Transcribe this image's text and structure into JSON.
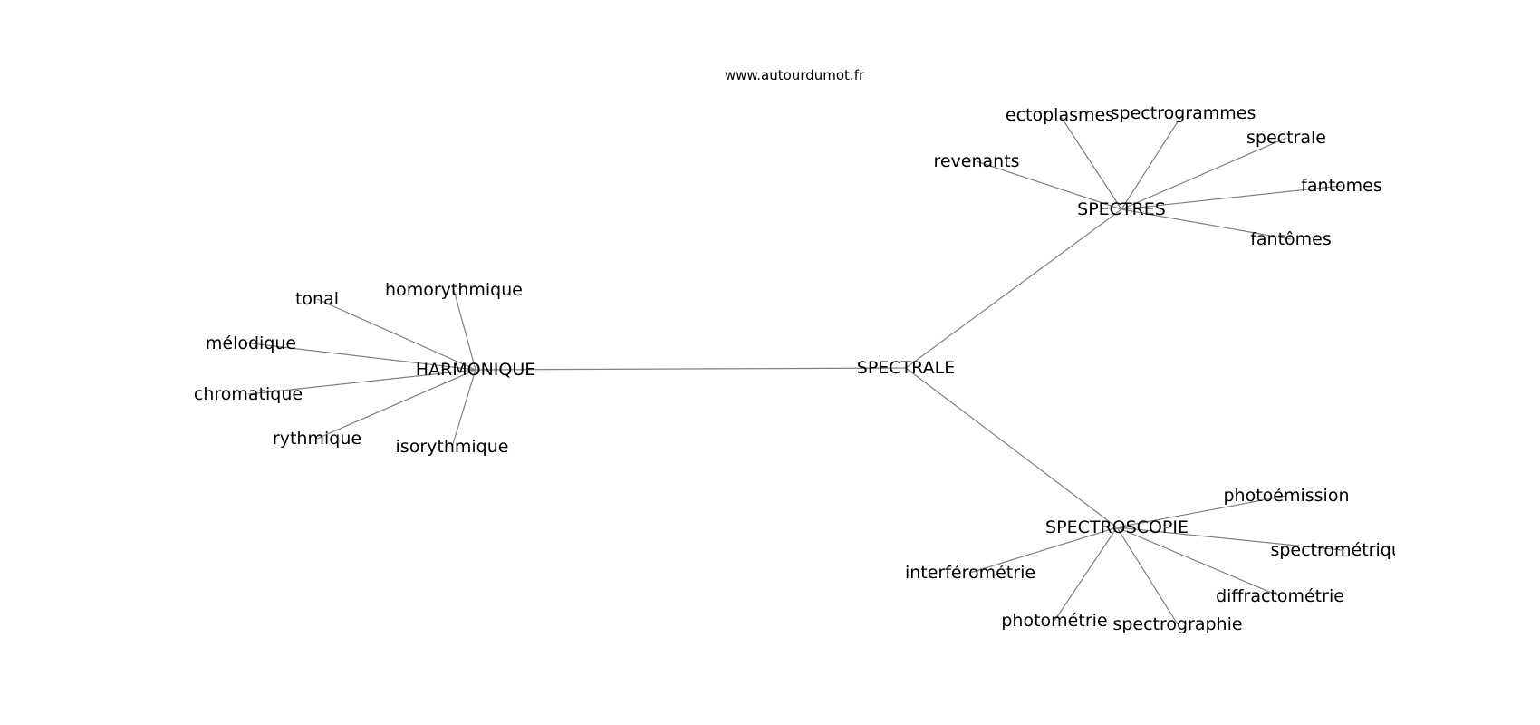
{
  "site": "www.autourdumot.fr",
  "colors": {
    "edge": "#808080",
    "text": "#000000",
    "background": "#ffffff"
  },
  "nodes": [
    {
      "id": "spectrale_c",
      "label": "SPECTRALE"
    },
    {
      "id": "harmonique",
      "label": "HARMONIQUE"
    },
    {
      "id": "spectres",
      "label": "SPECTRES"
    },
    {
      "id": "spectroscopie",
      "label": "SPECTROSCOPIE"
    },
    {
      "id": "tonal",
      "label": "tonal"
    },
    {
      "id": "homorythmique",
      "label": "homorythmique"
    },
    {
      "id": "melodique",
      "label": "mélodique"
    },
    {
      "id": "chromatique",
      "label": "chromatique"
    },
    {
      "id": "rythmique",
      "label": "rythmique"
    },
    {
      "id": "isorythmique",
      "label": "isorythmique"
    },
    {
      "id": "ectoplasmes",
      "label": "ectoplasmes"
    },
    {
      "id": "spectrogrammes",
      "label": "spectrogrammes"
    },
    {
      "id": "spectrale_s",
      "label": "spectrale"
    },
    {
      "id": "revenants",
      "label": "revenants"
    },
    {
      "id": "fantomes",
      "label": "fantomes"
    },
    {
      "id": "fantomes_acc",
      "label": "fantômes"
    },
    {
      "id": "photoemission",
      "label": "photoémission"
    },
    {
      "id": "spectrometrique",
      "label": "spectrométrique"
    },
    {
      "id": "interferometrie",
      "label": "interférométrie"
    },
    {
      "id": "diffractometrie",
      "label": "diffractométrie"
    },
    {
      "id": "photometrie",
      "label": "photométrie"
    },
    {
      "id": "spectrographie",
      "label": "spectrographie"
    }
  ],
  "edges": [
    [
      "spectrale_c",
      "harmonique"
    ],
    [
      "spectrale_c",
      "spectres"
    ],
    [
      "spectrale_c",
      "spectroscopie"
    ],
    [
      "harmonique",
      "tonal"
    ],
    [
      "harmonique",
      "homorythmique"
    ],
    [
      "harmonique",
      "melodique"
    ],
    [
      "harmonique",
      "chromatique"
    ],
    [
      "harmonique",
      "rythmique"
    ],
    [
      "harmonique",
      "isorythmique"
    ],
    [
      "spectres",
      "ectoplasmes"
    ],
    [
      "spectres",
      "spectrogrammes"
    ],
    [
      "spectres",
      "spectrale_s"
    ],
    [
      "spectres",
      "revenants"
    ],
    [
      "spectres",
      "fantomes"
    ],
    [
      "spectres",
      "fantomes_acc"
    ],
    [
      "spectroscopie",
      "photoemission"
    ],
    [
      "spectroscopie",
      "spectrometrique"
    ],
    [
      "spectroscopie",
      "interferometrie"
    ],
    [
      "spectroscopie",
      "diffractometrie"
    ],
    [
      "spectroscopie",
      "photometrie"
    ],
    [
      "spectroscopie",
      "spectrographie"
    ]
  ]
}
